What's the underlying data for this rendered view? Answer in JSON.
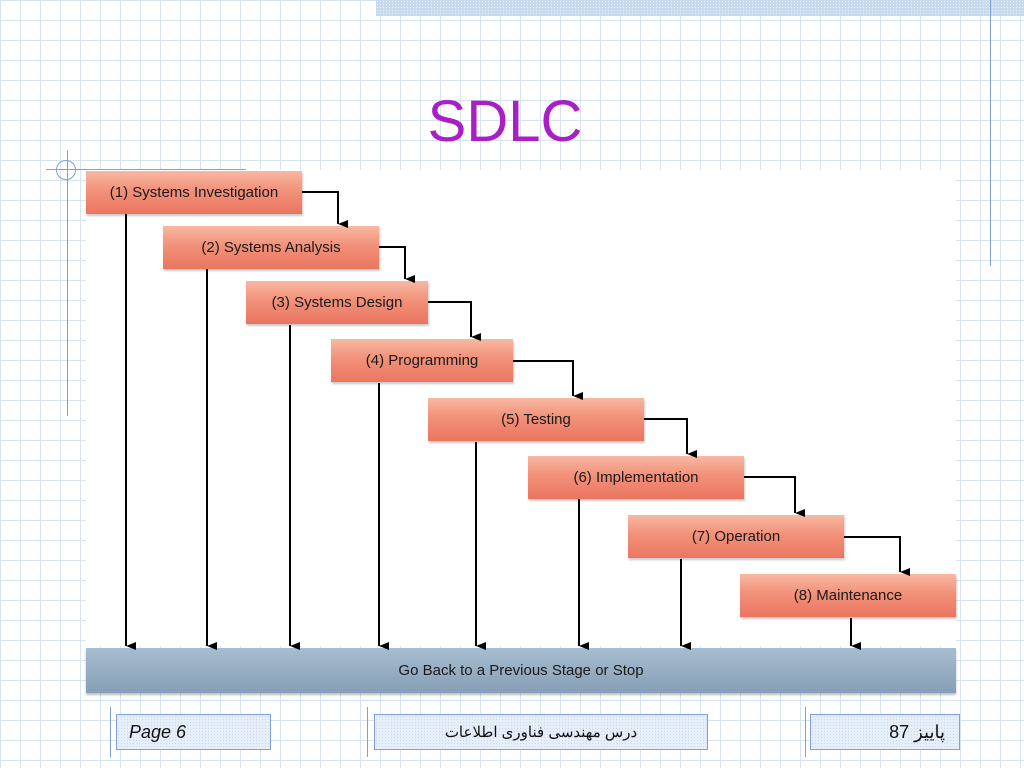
{
  "slide": {
    "title": "SDLC"
  },
  "diagram": {
    "stages": [
      "(1) Systems Investigation",
      "(2) Systems Analysis",
      "(3) Systems Design",
      "(4) Programming",
      "(5) Testing",
      "(6) Implementation",
      "(7) Operation",
      "(8) Maintenance"
    ],
    "return_bar_label": "Go Back to a Previous Stage or Stop"
  },
  "footer": {
    "left": "Page 6",
    "center": "درس مهندسی فناوری اطلاعات",
    "right": "پاییز 87"
  },
  "colors": {
    "title": "#a81ec7",
    "stage_box": "#f2917a",
    "return_bar": "#869fb6",
    "connector": "#000000",
    "grid": "#d6e4f2"
  }
}
